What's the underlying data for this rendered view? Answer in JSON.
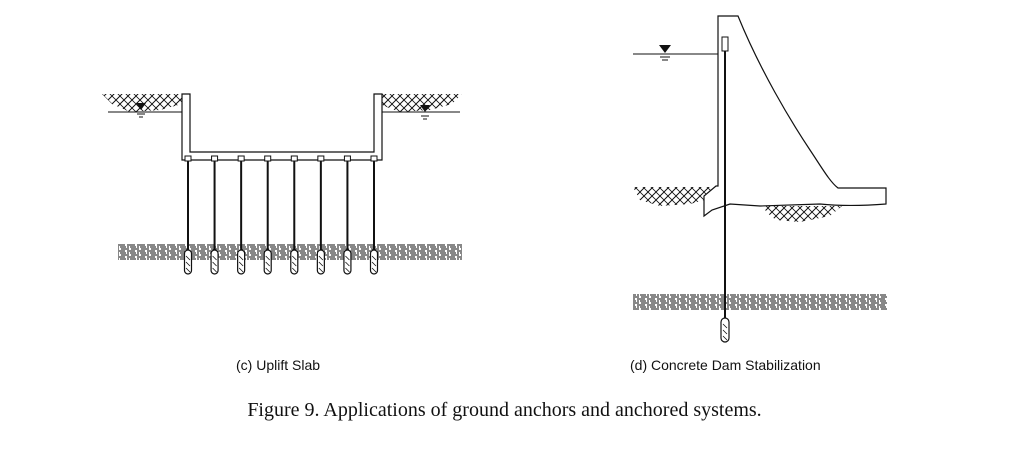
{
  "panel_c": {
    "caption": "(c)  Uplift Slab",
    "anchor_count": 8
  },
  "panel_d": {
    "caption": "(d)  Concrete Dam Stabilization"
  },
  "figure_caption": "Figure 9.  Applications of ground anchors and anchored systems.",
  "colors": {
    "line": "#111111",
    "background": "#ffffff"
  }
}
